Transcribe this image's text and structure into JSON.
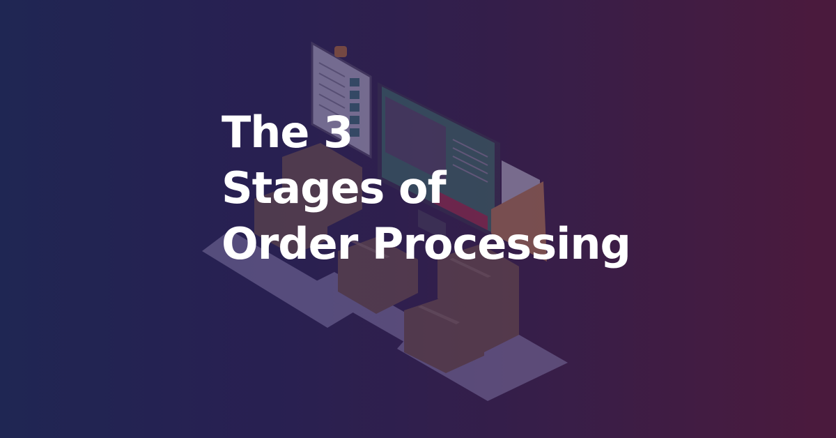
{
  "hero": {
    "title_lines": [
      "The 3",
      "Stages of",
      "Order Processing"
    ]
  },
  "illustration": {
    "description": "isometric order processing scene",
    "elements": [
      "clipboard-checklist",
      "desktop-monitor-with-map",
      "envelope-with-letter",
      "cardboard-boxes",
      "conveyor-platforms"
    ]
  },
  "colors": {
    "gradient_left": "#1e2856",
    "gradient_right": "#521b3c",
    "title_text": "#ffffff",
    "box": "#7a5a50",
    "screen": "#3f7a70",
    "button": "#8a2a40"
  }
}
